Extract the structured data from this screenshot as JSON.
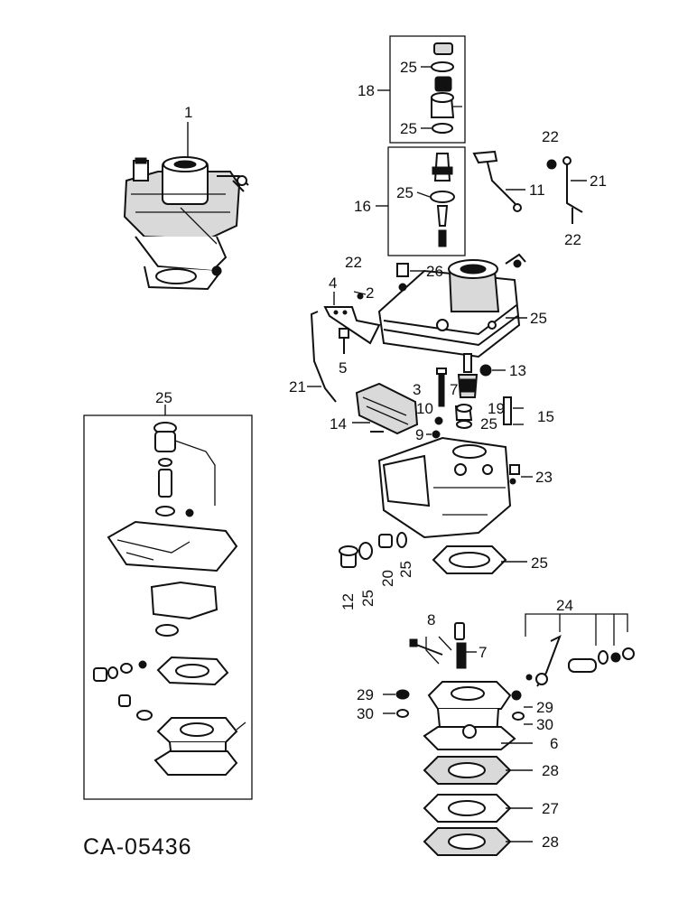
{
  "figure_code": "CA-05436",
  "callouts": {
    "c1": "1",
    "c2": "2",
    "c3": "3",
    "c4": "4",
    "c5": "5",
    "c6": "6",
    "c7a": "7",
    "c7b": "7",
    "c8": "8",
    "c9": "9",
    "c10": "10",
    "c11": "11",
    "c12": "12",
    "c13": "13",
    "c14": "14",
    "c15": "15",
    "c16": "16",
    "c18": "18",
    "c19": "19",
    "c20": "20",
    "c21a": "21",
    "c21b": "21",
    "c22a": "22",
    "c22b": "22",
    "c22c": "22",
    "c23": "23",
    "c24": "24",
    "c25a": "25",
    "c25b": "25",
    "c25c": "25",
    "c25d": "25",
    "c25e": "25",
    "c25f": "25",
    "c25g": "25",
    "c25h": "25",
    "c25i": "25",
    "c26": "26",
    "c27": "27",
    "c28a": "28",
    "c28b": "28",
    "c29a": "29",
    "c29b": "29",
    "c30a": "30",
    "c30b": "30"
  }
}
